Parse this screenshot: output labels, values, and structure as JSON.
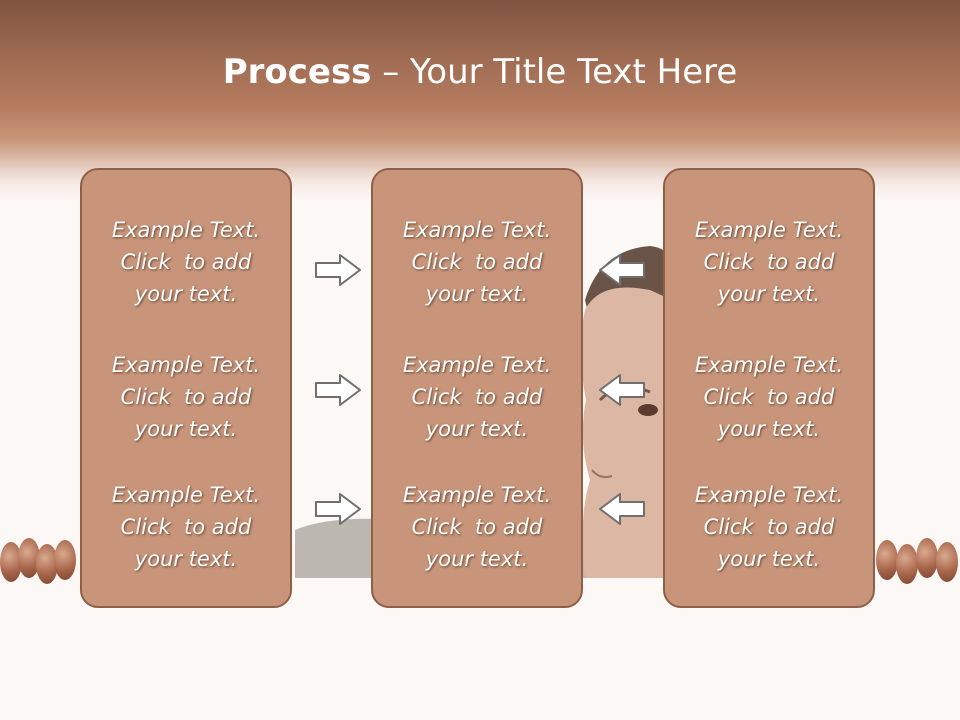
{
  "slide": {
    "title_bold": "Process",
    "title_rest": " – Your Title Text Here"
  },
  "columns": [
    {
      "blocks": [
        [
          "Example Text.",
          "Click  to add",
          "your text."
        ],
        [
          "Example Text.",
          "Click  to add",
          "your text."
        ],
        [
          "Example Text.",
          "Click  to add",
          "your text."
        ]
      ]
    },
    {
      "blocks": [
        [
          "Example Text.",
          "Click  to add",
          "your text."
        ],
        [
          "Example Text.",
          "Click  to add",
          "your text."
        ],
        [
          "Example Text.",
          "Click  to add",
          "your text."
        ]
      ]
    },
    {
      "blocks": [
        [
          "Example Text.",
          "Click  to add",
          "your text."
        ],
        [
          "Example Text.",
          "Click  to add",
          "your text."
        ],
        [
          "Example Text.",
          "Click  to add",
          "your text."
        ]
      ]
    }
  ],
  "arrows": {
    "left_group": "right-arrow-icon",
    "right_group": "left-arrow-icon"
  },
  "colors": {
    "header": "#b67d61",
    "column_fill": "#c8957a",
    "column_border": "#8e5e47",
    "text": "#ffffff"
  }
}
